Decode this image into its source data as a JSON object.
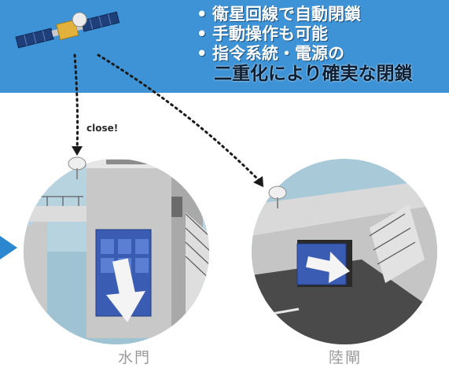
{
  "panel": {
    "bullets": [
      {
        "marker": "•",
        "text": "衛星回線で自動閉鎖"
      },
      {
        "marker": "•",
        "text": "手動操作も可能"
      },
      {
        "marker": "•",
        "text": "指令系統・電源の"
      }
    ],
    "bullet_continuation": "二重化により確実な閉鎖",
    "colors": {
      "panel_bg": "#3d93d6",
      "bullet_text": "#ffffff"
    }
  },
  "annotation": {
    "close_label": "close!"
  },
  "captions": {
    "left": "水門",
    "right": "陸閘"
  },
  "icons": [
    "satellite-icon",
    "antenna-dish-icon",
    "arrow-right-icon",
    "gate-down-arrow-icon"
  ]
}
